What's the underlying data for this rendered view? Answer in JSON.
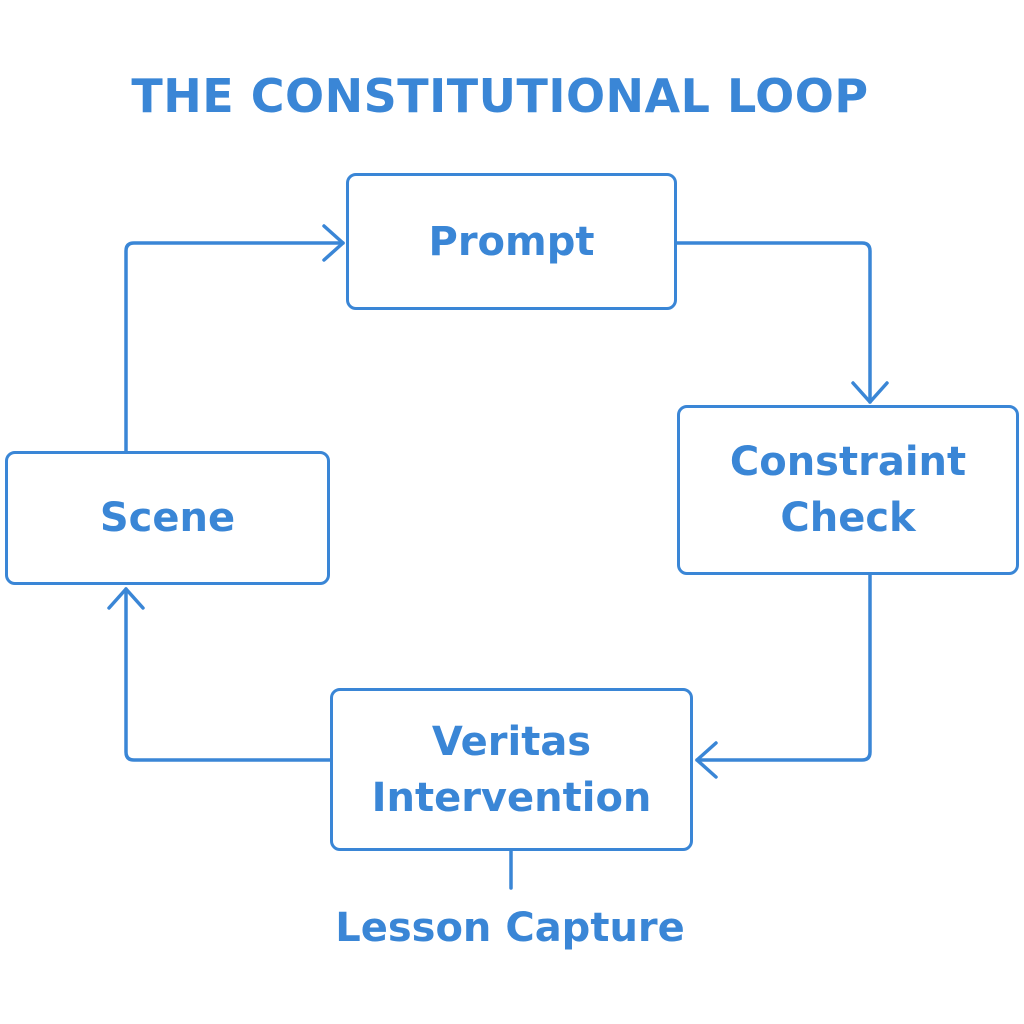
{
  "diagram": {
    "title": "THE CONSTITUTIONAL LOOP",
    "nodes": {
      "prompt": "Prompt",
      "constraint_line1": "Constraint",
      "constraint_line2": "Check",
      "veritas_line1": "Veritas",
      "veritas_line2": "Intervention",
      "scene": "Scene"
    },
    "annotation": "Lesson Capture",
    "flow": [
      "Prompt",
      "Constraint Check",
      "Veritas Intervention",
      "Scene",
      "Prompt"
    ],
    "colors": {
      "accent": "#3a86d6",
      "background": "#ffffff"
    }
  }
}
